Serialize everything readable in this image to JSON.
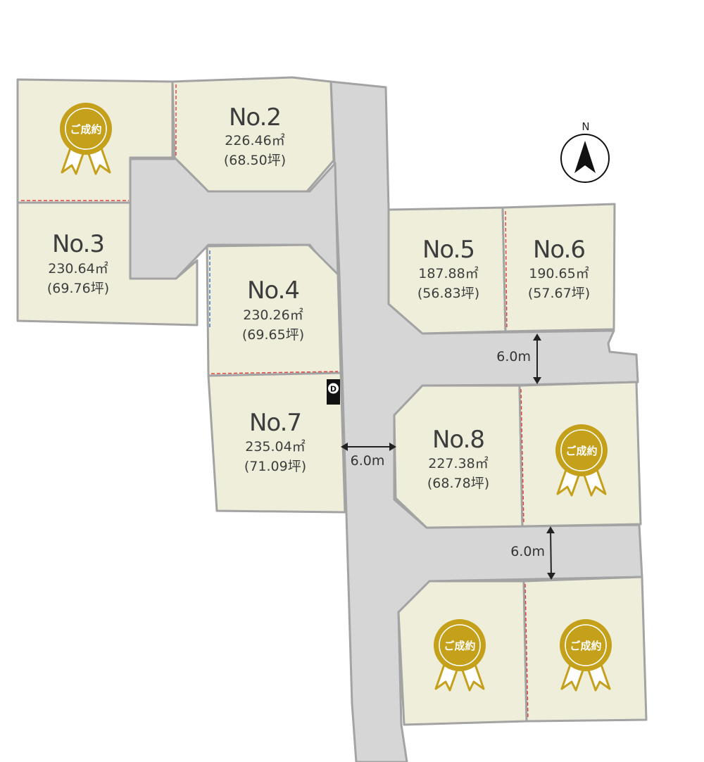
{
  "lots": [
    {
      "no": "No.2",
      "area": "226.46㎡",
      "tsubo": "(68.50坪)"
    },
    {
      "no": "No.3",
      "area": "230.64㎡",
      "tsubo": "(69.76坪)"
    },
    {
      "no": "No.4",
      "area": "230.26㎡",
      "tsubo": "(69.65坪)"
    },
    {
      "no": "No.5",
      "area": "187.88㎡",
      "tsubo": "(56.83坪)"
    },
    {
      "no": "No.6",
      "area": "190.65㎡",
      "tsubo": "(57.67坪)"
    },
    {
      "no": "No.7",
      "area": "235.04㎡",
      "tsubo": "(71.09坪)"
    },
    {
      "no": "No.8",
      "area": "227.38㎡",
      "tsubo": "(68.78坪)"
    }
  ],
  "sold_badge": "ご成約",
  "road_widths": {
    "upper_east": "6.0m",
    "main": "6.0m",
    "lower_east": "6.0m"
  },
  "compass": {
    "label": "N"
  },
  "marker": {
    "label": "D"
  },
  "colors": {
    "plot": "#eeeeda",
    "road": "#d6d6d6",
    "boundary": "#a3a3a3",
    "badge": "#c5a01a",
    "lot_line": "#e0403a"
  }
}
